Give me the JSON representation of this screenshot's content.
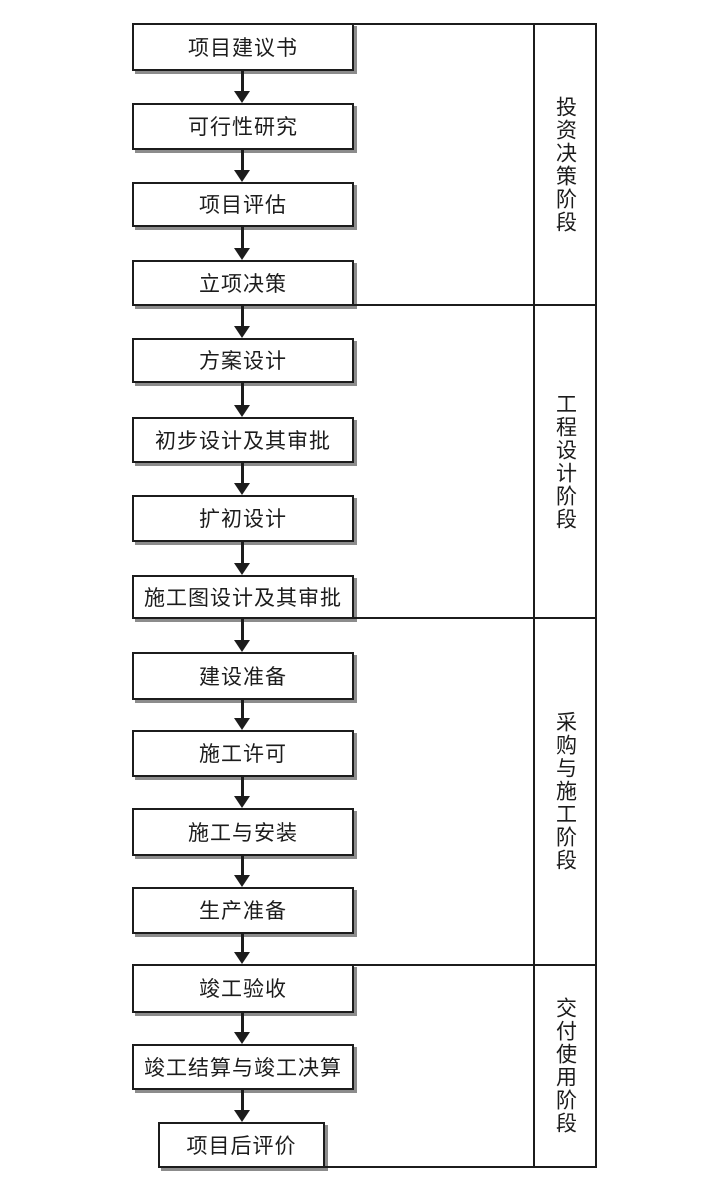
{
  "diagram": {
    "type": "flowchart",
    "direction": "top-down",
    "connector": "down-arrow",
    "steps": [
      {
        "label": "项目建议书"
      },
      {
        "label": "可行性研究"
      },
      {
        "label": "项目评估"
      },
      {
        "label": "立项决策"
      },
      {
        "label": "方案设计"
      },
      {
        "label": "初步设计及其审批"
      },
      {
        "label": "扩初设计"
      },
      {
        "label": "施工图设计及其审批"
      },
      {
        "label": "建设准备"
      },
      {
        "label": "施工许可"
      },
      {
        "label": "施工与安装"
      },
      {
        "label": "生产准备"
      },
      {
        "label": "竣工验收"
      },
      {
        "label": "竣工结算与竣工决算"
      },
      {
        "label": "项目后评价"
      }
    ],
    "stages": [
      {
        "label": "投资决策阶段",
        "covers_steps": "1-4"
      },
      {
        "label": "工程设计阶段",
        "covers_steps": "5-8"
      },
      {
        "label": "采购与施工阶段",
        "covers_steps": "9-12"
      },
      {
        "label": "交付使用阶段",
        "covers_steps": "13-15"
      }
    ]
  },
  "colors": {
    "line": "#1c1c1c",
    "box_border": "#1c1c1c",
    "box_fill": "#ffffff",
    "shadow": "#8c8c8c",
    "text": "#1c1c1c",
    "background": "#ffffff"
  }
}
